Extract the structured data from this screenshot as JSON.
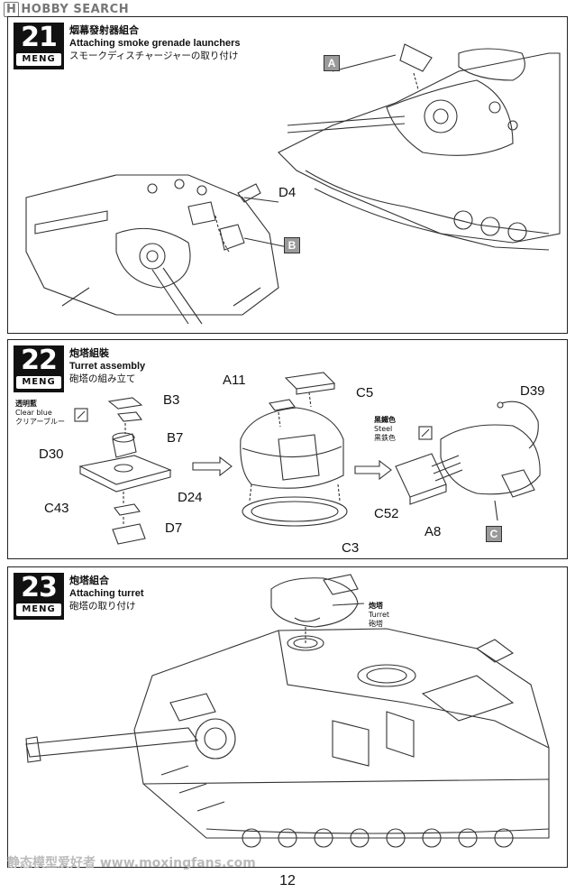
{
  "watermark_top": {
    "h": "H",
    "text": "HOBBY SEARCH"
  },
  "steps": [
    {
      "number": "21",
      "brand": "MENG",
      "title_zh": "烟幕發射器組合",
      "title_en": "Attaching smoke grenade launchers",
      "title_ja": "スモークディスチャージャーの取り付け",
      "labels": {
        "a": "A",
        "d4": "D4",
        "b": "B"
      }
    },
    {
      "number": "22",
      "brand": "MENG",
      "title_zh": "炮塔組裝",
      "title_en": "Turret assembly",
      "title_ja": "砲塔の組み立て",
      "paint1": {
        "zh": "透明藍",
        "en": "Clear blue",
        "ja": "クリアーブルー"
      },
      "paint2": {
        "zh": "黑鐵色",
        "en": "Steel",
        "ja": "黒鉄色"
      },
      "labels": {
        "b3": "B3",
        "b7": "B7",
        "d30": "D30",
        "d24": "D24",
        "c43": "C43",
        "d7": "D7",
        "a11": "A11",
        "c5": "C5",
        "c3": "C3",
        "d39": "D39",
        "c52": "C52",
        "a8": "A8",
        "c": "C"
      }
    },
    {
      "number": "23",
      "brand": "MENG",
      "title_zh": "炮塔組合",
      "title_en": "Attaching turret",
      "title_ja": "砲塔の取り付け",
      "callout": {
        "zh": "炮塔",
        "en": "Turret",
        "ja": "砲塔"
      }
    }
  ],
  "watermark_bottom": "静态模型爱好者 www.moxingfans.com",
  "page_number": "12"
}
